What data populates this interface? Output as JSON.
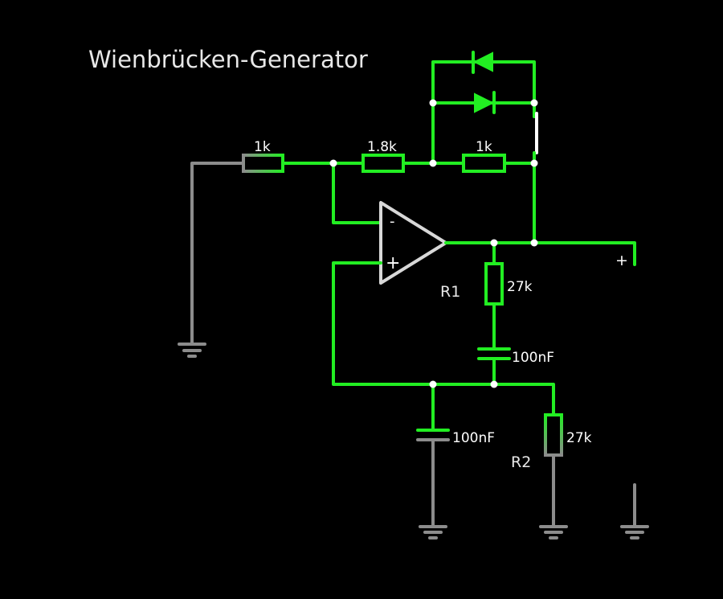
{
  "title": "Wienbrücken-Generator",
  "colors": {
    "background": "#000000",
    "active_wire": "#22ee22",
    "inactive_wire": "#8c8c8c",
    "opamp": "#d8d8d8",
    "node": "#ffffff",
    "text": "#ffffff"
  },
  "components": {
    "r_input": {
      "type": "resistor",
      "value": "1k"
    },
    "r_feedback_1": {
      "type": "resistor",
      "value": "1.8k"
    },
    "r_feedback_2": {
      "type": "resistor",
      "value": "1k"
    },
    "diode_top": {
      "type": "diode",
      "direction": "right-to-left"
    },
    "diode_bottom": {
      "type": "diode",
      "direction": "left-to-right"
    },
    "switch": {
      "type": "switch",
      "state": "open"
    },
    "opamp": {
      "type": "op-amp",
      "inverting_label": "-",
      "non_inverting_label": "+"
    },
    "r1": {
      "type": "resistor",
      "name": "R1",
      "value": "27k"
    },
    "c1": {
      "type": "capacitor",
      "value": "100nF"
    },
    "c2": {
      "type": "capacitor",
      "value": "100nF"
    },
    "r2": {
      "type": "resistor",
      "name": "R2",
      "value": "27k"
    },
    "output_terminal": {
      "type": "terminal",
      "label": "+"
    },
    "grounds": [
      "ground-left",
      "ground-c2",
      "ground-r2",
      "ground-output"
    ]
  }
}
